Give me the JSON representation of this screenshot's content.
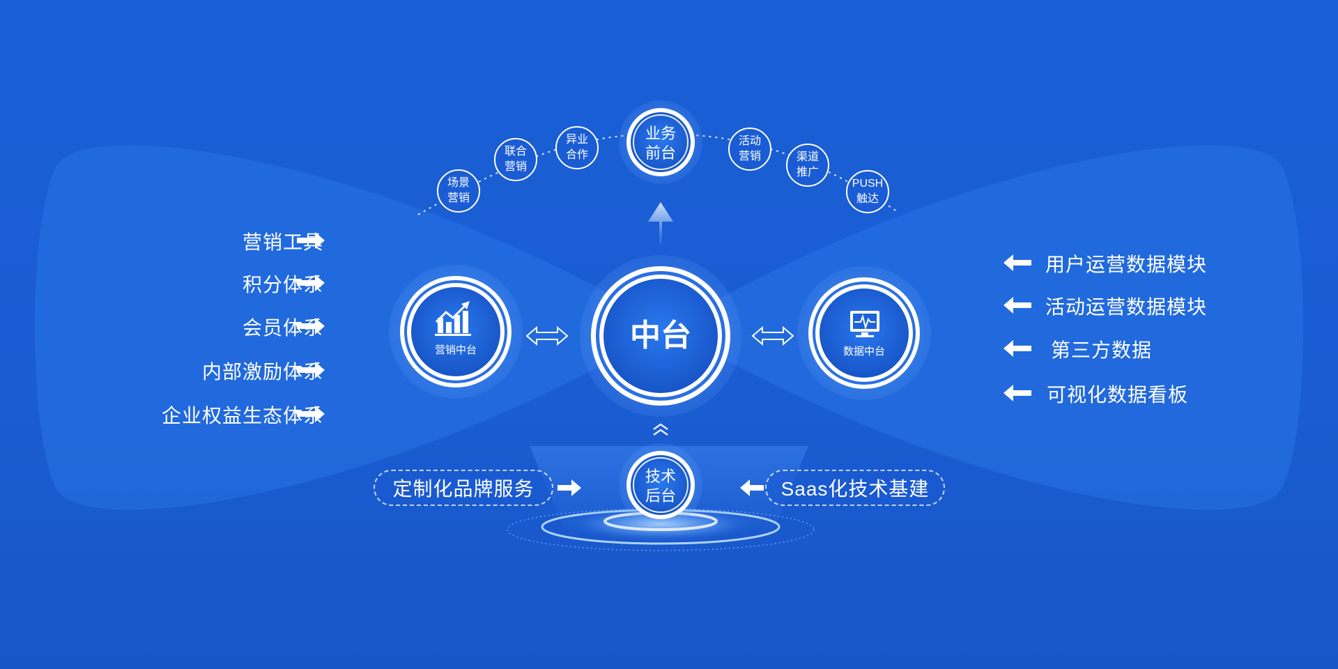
{
  "left_items": [
    "营销工具",
    "积分体系",
    "会员体系",
    "内部激励体系",
    "企业权益生态体系"
  ],
  "right_items": [
    "用户运营数据模块",
    "活动运营数据模块",
    "第三方数据",
    "可视化数据看板"
  ],
  "arc_nodes": [
    {
      "line1": "场景",
      "line2": "营销"
    },
    {
      "line1": "联合",
      "line2": "营销"
    },
    {
      "line1": "异业",
      "line2": "合作"
    },
    {
      "line1": "活动",
      "line2": "营销"
    },
    {
      "line1": "渠道",
      "line2": "推广"
    },
    {
      "line1": "PUSH",
      "line2": "触达"
    }
  ],
  "front_office": {
    "line1": "业务",
    "line2": "前台"
  },
  "center": {
    "label": "中台"
  },
  "marketing_center": {
    "label": "营销中台",
    "icon": "bar-chart-up-icon"
  },
  "data_center": {
    "label": "数据中台",
    "icon": "monitor-pulse-icon"
  },
  "back_office": {
    "line1": "技术",
    "line2": "后台"
  },
  "left_pill": {
    "label": "定制化品牌服务"
  },
  "right_pill": {
    "label": "Saas化技术基建"
  },
  "colors": {
    "background": "#1a5cd2",
    "accent": "#ffffff",
    "node_fill": "#1d63d8"
  }
}
